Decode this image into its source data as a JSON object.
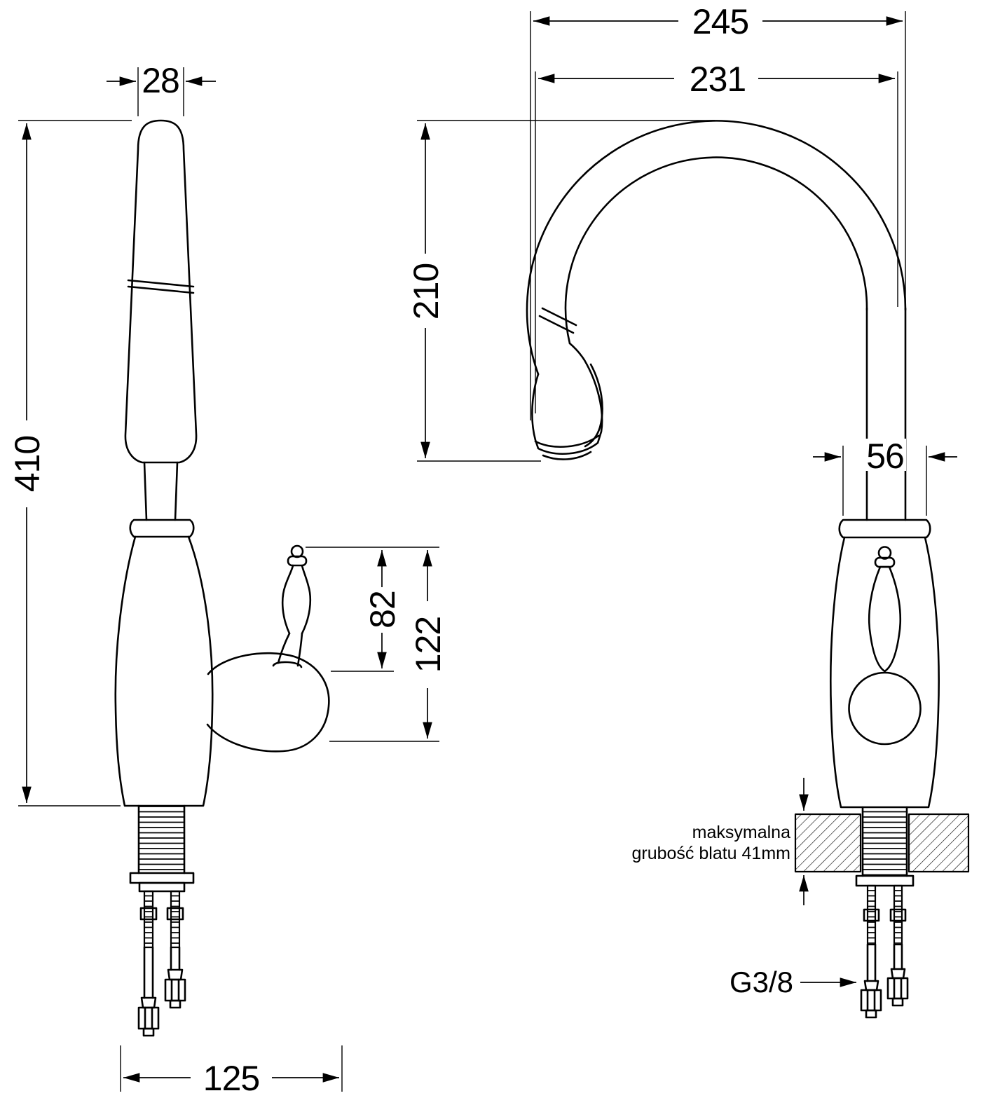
{
  "drawing": {
    "side_view": {
      "spout_width": "28",
      "total_height": "410",
      "handle_height": "82",
      "handle_total_height": "122",
      "base_span": "125"
    },
    "front_view": {
      "total_reach": "245",
      "spout_reach": "231",
      "spout_height": "210",
      "body_width": "56",
      "counter_note_line1": "maksymalna",
      "counter_note_line2": "grubość blatu 41mm",
      "thread_size": "G3/8"
    },
    "colors": {
      "line": "#000000",
      "background": "#ffffff"
    }
  }
}
